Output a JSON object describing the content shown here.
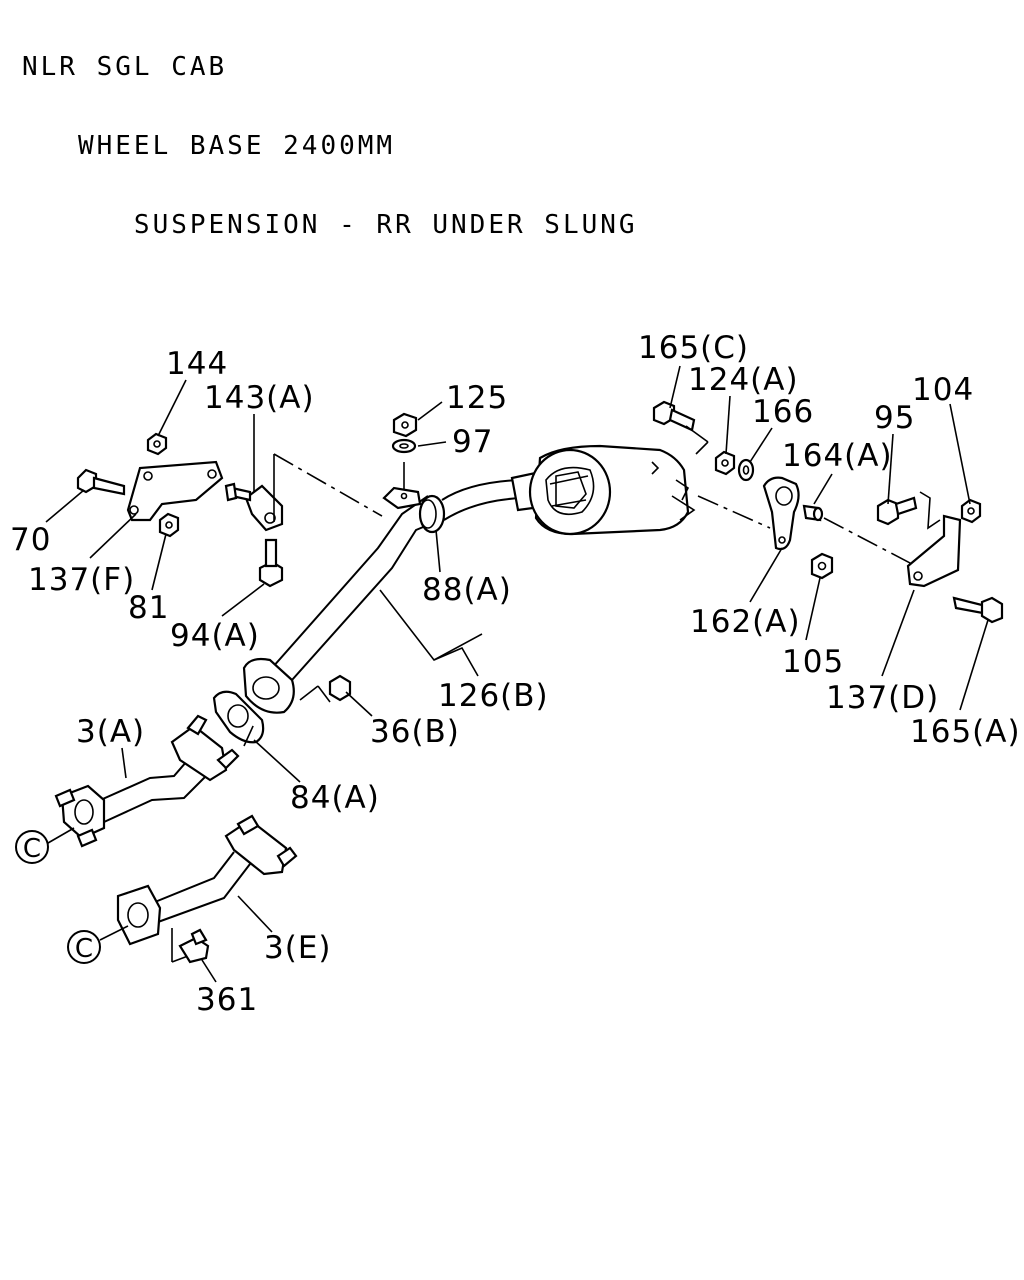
{
  "header": {
    "line1": "NLR SGL CAB",
    "line2": "   WHEEL BASE 2400MM",
    "line3": "      SUSPENSION - RR UNDER SLUNG"
  },
  "callouts": {
    "p144": "144",
    "p143a": "143(A)",
    "p125": "125",
    "p97": "97",
    "p165c": "165(C)",
    "p124a": "124(A)",
    "p166": "166",
    "p95": "95",
    "p104": "104",
    "p164a": "164(A)",
    "p70": "70",
    "p137f": "137(F)",
    "p81": "81",
    "p94a": "94(A)",
    "p88a": "88(A)",
    "p126b": "126(B)",
    "p162a": "162(A)",
    "p105": "105",
    "p137d": "137(D)",
    "p165a": "165(A)",
    "p36b": "36(B)",
    "p3a": "3(A)",
    "p84a": "84(A)",
    "p3e": "3(E)",
    "p361": "361"
  },
  "connectors": {
    "c1": "C",
    "c2": "C"
  }
}
